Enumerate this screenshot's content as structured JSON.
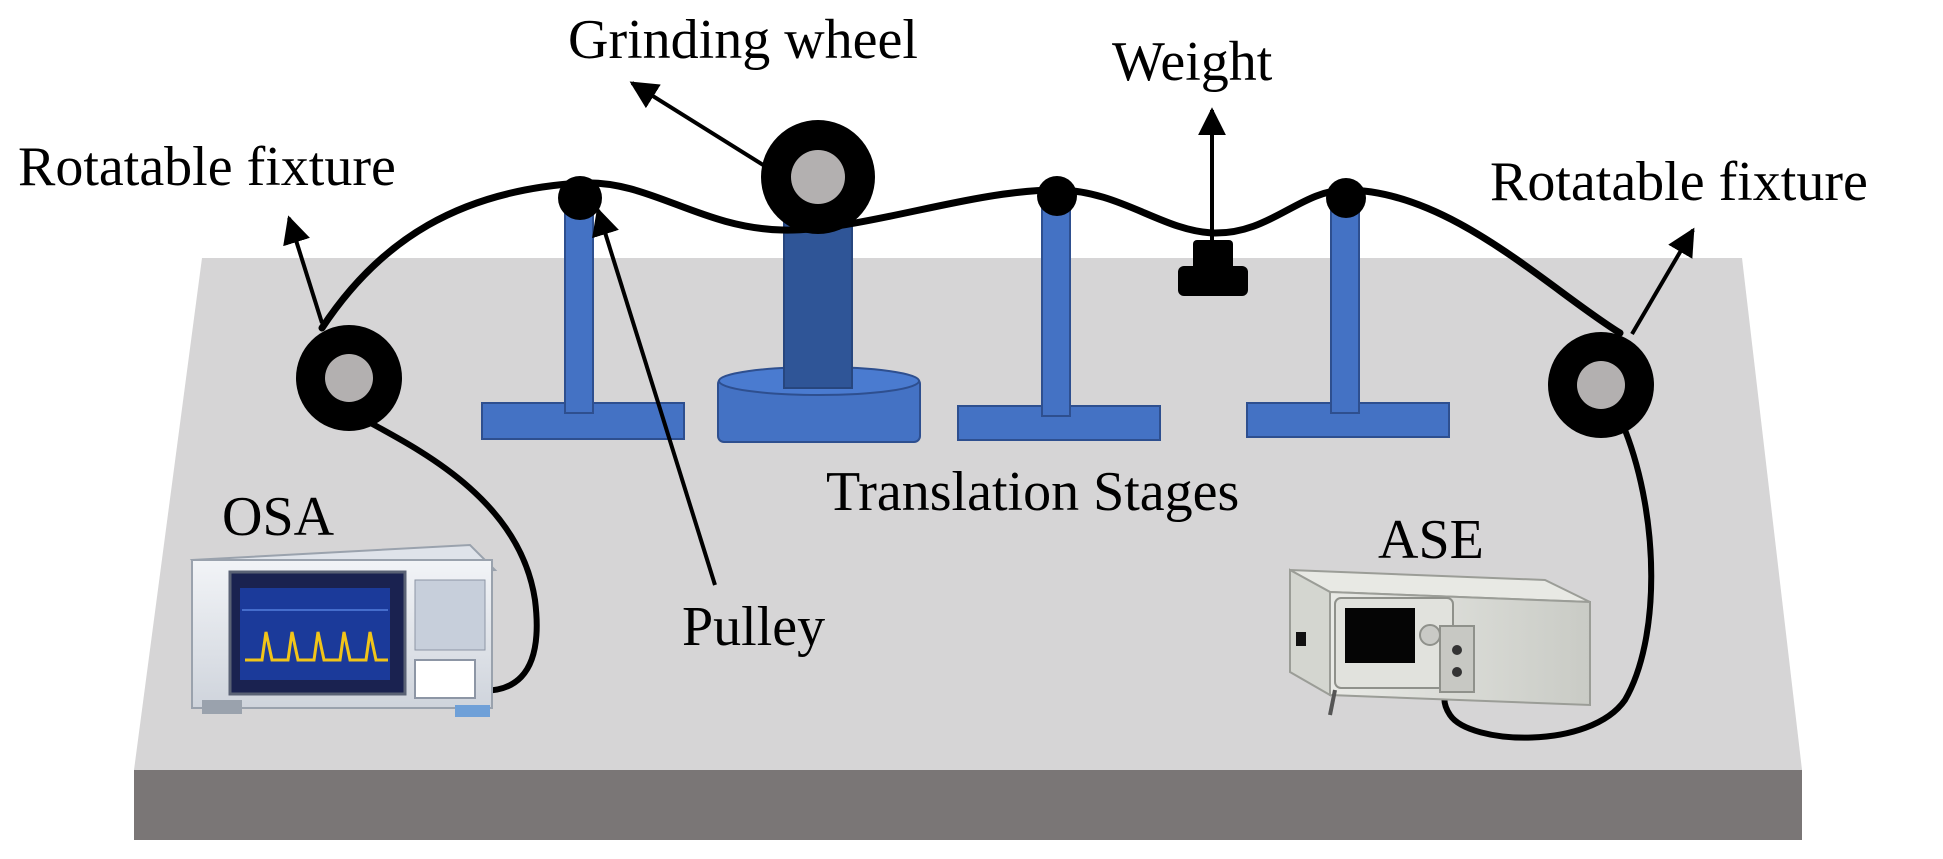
{
  "labels": {
    "grinding_wheel": "Grinding wheel",
    "weight": "Weight",
    "rotatable_fixture_left": "Rotatable fixture",
    "rotatable_fixture_right": "Rotatable fixture",
    "pulley": "Pulley",
    "translation_stages": "Translation Stages",
    "osa": "OSA",
    "ase": "ASE"
  },
  "colors": {
    "table_top": "#d6d5d6",
    "table_edge": "#7a7676",
    "stage_blue": "#4472c4",
    "stage_blue_dark": "#2f5597",
    "stage_blue_outline": "#2e4f8f",
    "fiber": "#000000",
    "spool_hub": "#b3b0b0"
  }
}
